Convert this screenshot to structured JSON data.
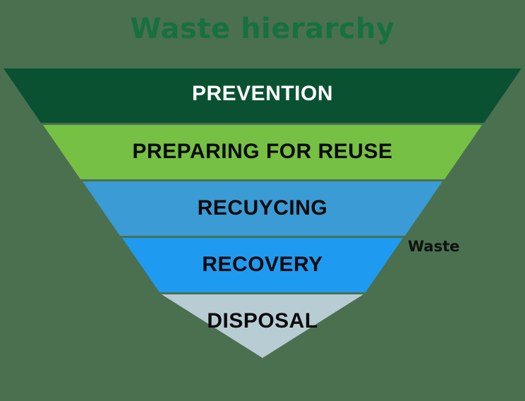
{
  "title": "Waste hierarchy",
  "background_color": "#4a7050",
  "title_color": "#17703f",
  "side_label": "Waste",
  "chart_data": {
    "type": "pyramid",
    "title": "Waste hierarchy",
    "orientation": "inverted",
    "annotation": "Waste",
    "levels": [
      {
        "rank": 1,
        "label": "PREVENTION",
        "color": "#0a5132",
        "text_color": "#ffffff",
        "width_pct": 100
      },
      {
        "rank": 2,
        "label": "PREPARING FOR REUSE",
        "color": "#76c043",
        "text_color": "#0a0a0a",
        "width_pct": 79
      },
      {
        "rank": 3,
        "label": "RECUYCING",
        "color": "#3a9bd5",
        "text_color": "#0a0a0a",
        "width_pct": 58
      },
      {
        "rank": 4,
        "label": "RECOVERY",
        "color": "#1e9bf0",
        "text_color": "#0a0a0a",
        "width_pct": 37
      },
      {
        "rank": 5,
        "label": "DISPOSAL",
        "color": "#b8ccd4",
        "text_color": "#0a0a0a",
        "width_pct": 22
      }
    ]
  }
}
